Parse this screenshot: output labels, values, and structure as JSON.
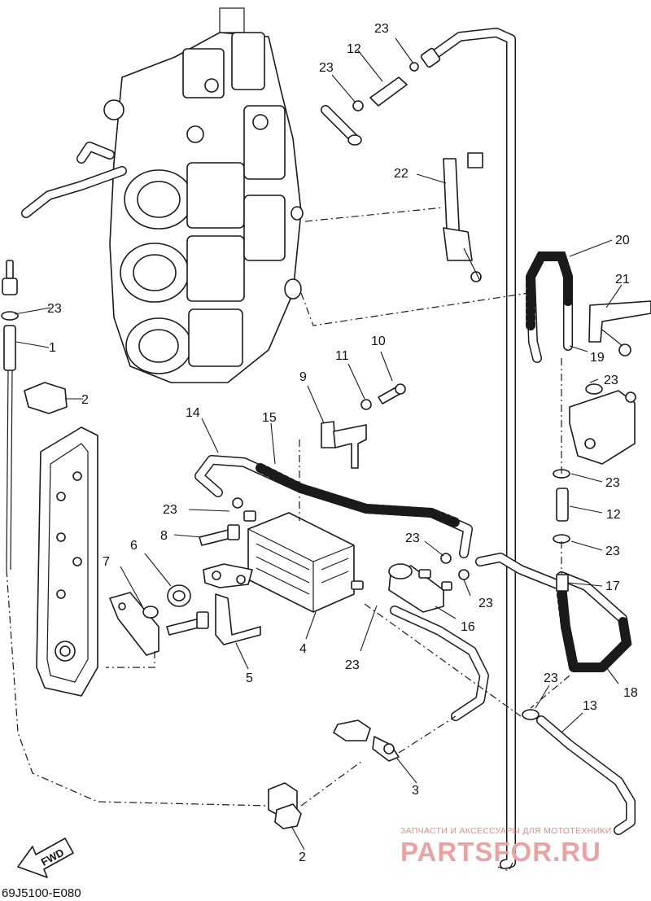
{
  "diagram": {
    "code": "69J5100-E080",
    "fwd_label": "FWD",
    "watermark": {
      "tagline": "ЗАПЧАСТИ И АКСЕССУАРЫ ДЛЯ МОТОТЕХНИКИ",
      "brand": "PARTSFOR.RU"
    },
    "callouts": [
      {
        "id": "c1",
        "text": "1"
      },
      {
        "id": "c2a",
        "text": "2"
      },
      {
        "id": "c2b",
        "text": "2"
      },
      {
        "id": "c3",
        "text": "3"
      },
      {
        "id": "c4",
        "text": "4"
      },
      {
        "id": "c5",
        "text": "5"
      },
      {
        "id": "c6",
        "text": "6"
      },
      {
        "id": "c7",
        "text": "7"
      },
      {
        "id": "c8",
        "text": "8"
      },
      {
        "id": "c9",
        "text": "9"
      },
      {
        "id": "c10",
        "text": "10"
      },
      {
        "id": "c11",
        "text": "11"
      },
      {
        "id": "c12a",
        "text": "12"
      },
      {
        "id": "c12b",
        "text": "12"
      },
      {
        "id": "c13",
        "text": "13"
      },
      {
        "id": "c14",
        "text": "14"
      },
      {
        "id": "c15",
        "text": "15"
      },
      {
        "id": "c16",
        "text": "16"
      },
      {
        "id": "c17",
        "text": "17"
      },
      {
        "id": "c18",
        "text": "18"
      },
      {
        "id": "c19",
        "text": "19"
      },
      {
        "id": "c20",
        "text": "20"
      },
      {
        "id": "c21",
        "text": "21"
      },
      {
        "id": "c22",
        "text": "22"
      },
      {
        "id": "c23a",
        "text": "23"
      },
      {
        "id": "c23b",
        "text": "23"
      },
      {
        "id": "c23c",
        "text": "23"
      },
      {
        "id": "c23d",
        "text": "23"
      },
      {
        "id": "c23e",
        "text": "23"
      },
      {
        "id": "c23f",
        "text": "23"
      },
      {
        "id": "c23g",
        "text": "23"
      },
      {
        "id": "c23h",
        "text": "23"
      },
      {
        "id": "c23i",
        "text": "23"
      },
      {
        "id": "c23j",
        "text": "23"
      },
      {
        "id": "c23k",
        "text": "23"
      },
      {
        "id": "c23l",
        "text": "23"
      }
    ]
  }
}
